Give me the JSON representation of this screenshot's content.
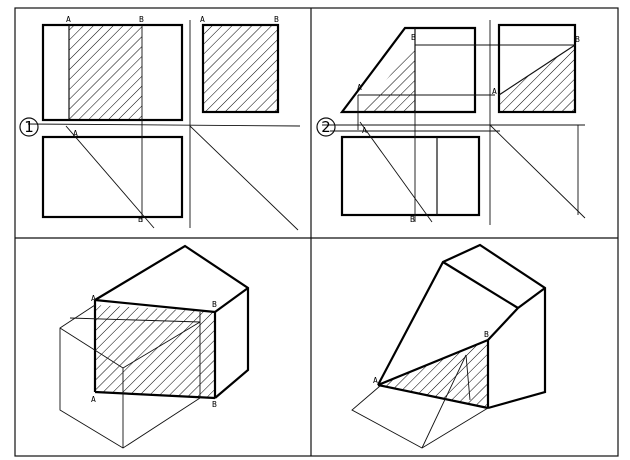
{
  "panel_1": {
    "number": "1",
    "labels": {
      "a_top": "A",
      "b_top": "B",
      "a_side": "A",
      "b_side": "B",
      "a_mid": "A",
      "b_low": "B",
      "a_iso_top": "A",
      "b_iso_top": "B",
      "a_iso_bot": "A",
      "b_iso_bot": "B"
    }
  },
  "panel_2": {
    "number": "2",
    "labels": {
      "b_top": "B",
      "b_side": "B",
      "a_left": "A",
      "a_mid": "A",
      "a_side": "A",
      "b_low": "B",
      "b_iso": "B",
      "a_iso": "A"
    }
  }
}
